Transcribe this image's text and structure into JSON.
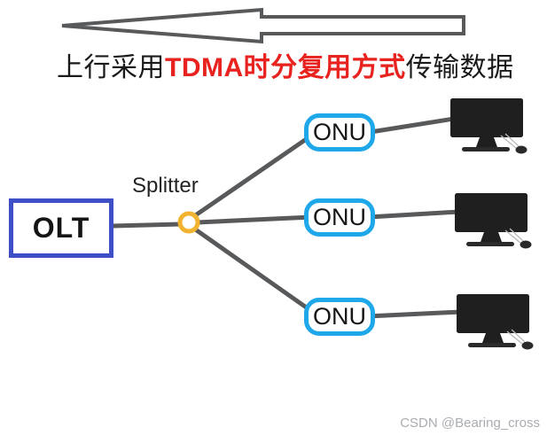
{
  "title": {
    "part1": "上行采用",
    "part2": "TDMA时分复用方式",
    "part3": "传输数据"
  },
  "arrow": {
    "direction": "left",
    "meaning": "upstream-transmission"
  },
  "nodes": {
    "olt": {
      "label": "OLT"
    },
    "splitter": {
      "label": "Splitter"
    },
    "onus": [
      {
        "label": "ONU"
      },
      {
        "label": "ONU"
      },
      {
        "label": "ONU"
      }
    ],
    "terminals": [
      {
        "icon": "monitor-icon"
      },
      {
        "icon": "monitor-icon"
      },
      {
        "icon": "monitor-icon"
      }
    ]
  },
  "connections": [
    {
      "from": "olt",
      "to": "splitter"
    },
    {
      "from": "splitter",
      "to": "onu-1"
    },
    {
      "from": "splitter",
      "to": "onu-2"
    },
    {
      "from": "splitter",
      "to": "onu-3"
    },
    {
      "from": "onu-1",
      "to": "monitor-1"
    },
    {
      "from": "onu-2",
      "to": "monitor-2"
    },
    {
      "from": "onu-3",
      "to": "monitor-3"
    }
  ],
  "watermark": {
    "text": "CSDN @Bearing_cross"
  },
  "colors": {
    "title_text": "#1a1a1a",
    "title_highlight": "#e8231f",
    "line": "#58595b",
    "olt_border": "#3d4ec6",
    "onu_border": "#1fa8e9",
    "splitter_ring": "#f2b430",
    "monitor_fill": "#1f1f1f",
    "watermark_text": "#a9acb1",
    "background": "#ffffff"
  }
}
